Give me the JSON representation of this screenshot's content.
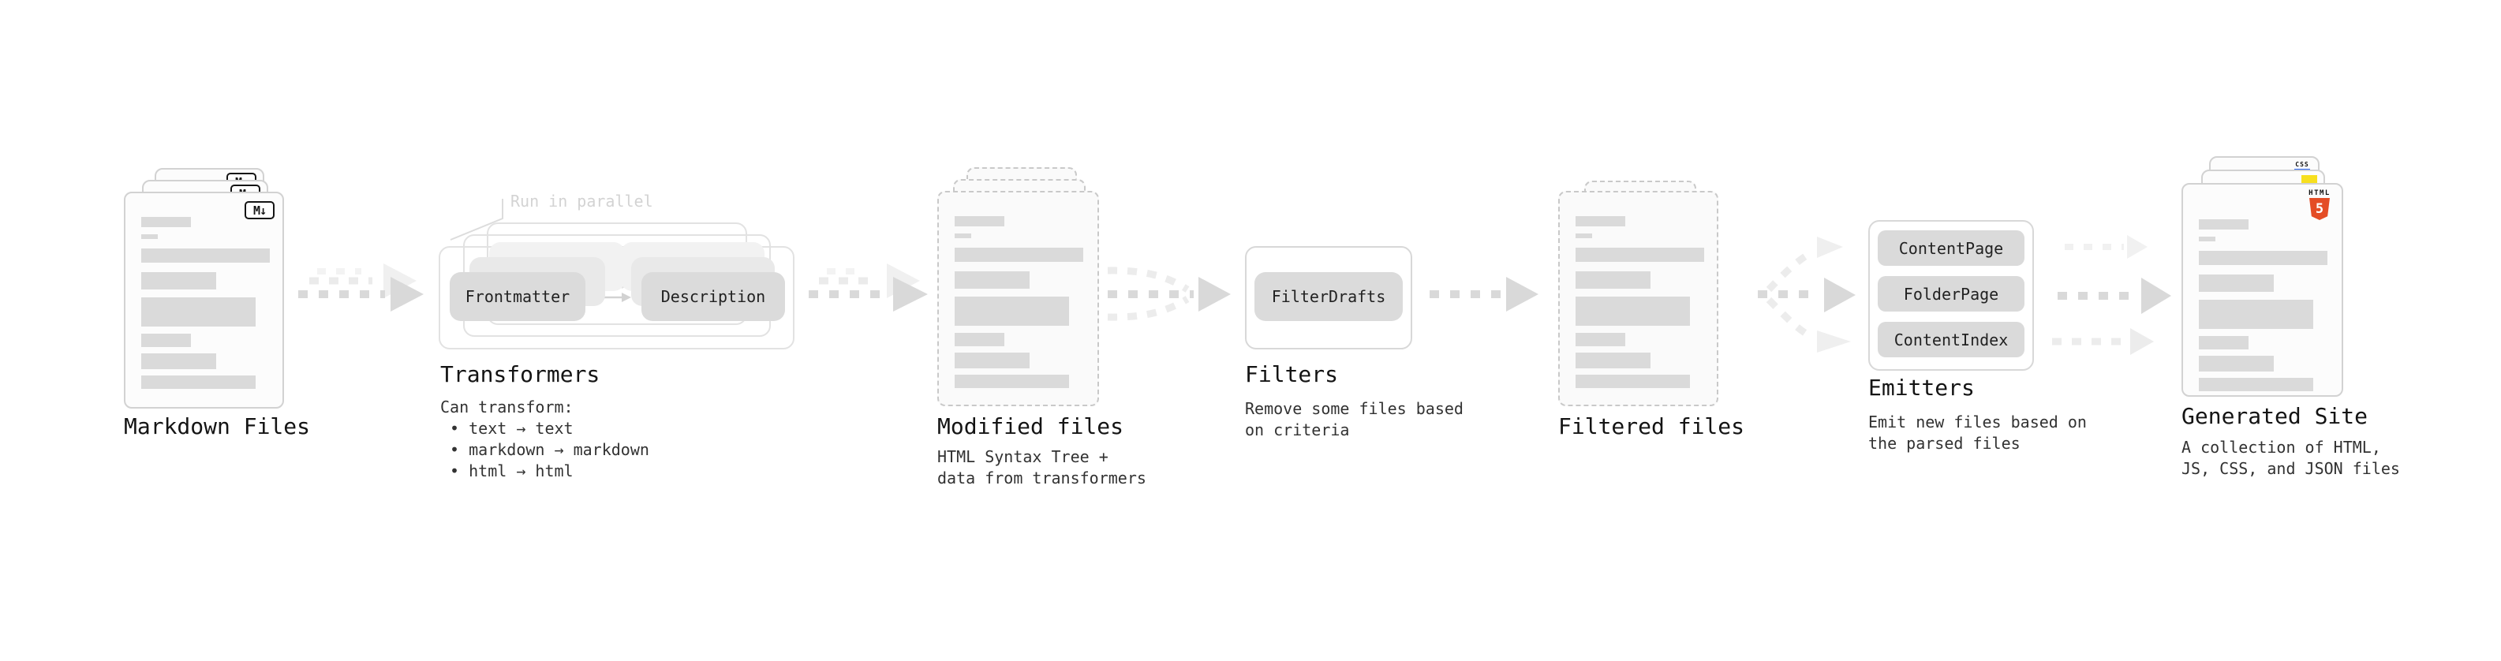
{
  "stages": {
    "markdown": {
      "label": "Markdown Files"
    },
    "transformers": {
      "label": "Transformers",
      "callout": "Run in parallel",
      "pill_left": "Frontmatter",
      "pill_right": "Description",
      "description": "Can transform:\n • text → text\n • markdown → markdown\n • html → html"
    },
    "modified": {
      "label": "Modified files",
      "description": "HTML Syntax Tree +\ndata from transformers"
    },
    "filters": {
      "label": "Filters",
      "pill": "FilterDrafts",
      "description": "Remove some files based\non criteria"
    },
    "filtered": {
      "label": "Filtered files"
    },
    "emitters": {
      "label": "Emitters",
      "pills": [
        "ContentPage",
        "FolderPage",
        "ContentIndex"
      ],
      "description": "Emit new files based on\nthe parsed files"
    },
    "generated": {
      "label": "Generated Site",
      "description": "A collection of HTML,\nJS, CSS, and JSON files"
    }
  },
  "icons": {
    "markdown": "M↓",
    "html5_label": "HTML",
    "html5_number": "5",
    "css_label": "CSS"
  },
  "colors": {
    "html5_orange": "#e44d26",
    "js_yellow": "#f7df1e",
    "css_blue": "#2965f1",
    "arrow_gray": "#d9d9d9",
    "card_border": "#d2d2d2",
    "bar_gray": "#dadada"
  }
}
